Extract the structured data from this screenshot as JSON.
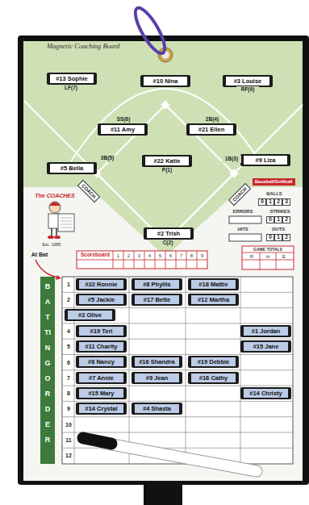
{
  "diagram": {
    "title": "Magnetic Coaching Board",
    "nodes": [
      {
        "text": [
          "#13 Sophie"
        ]
      },
      {
        "text": [
          "#10 Nina"
        ]
      },
      {
        "text": [
          "#3 Louise"
        ]
      },
      {
        "text": [
          "#11 Amy"
        ]
      },
      {
        "text": [
          "#21 Ellen"
        ]
      },
      {
        "text": [
          "#22 Katie"
        ]
      },
      {
        "text": [
          "#5 Bella"
        ]
      },
      {
        "text": [
          "#9 Liza"
        ]
      },
      {
        "text": [
          "#2 Trish"
        ]
      },
      {
        "text": [
          "#22 Ronnie"
        ]
      },
      {
        "text": [
          "#8 Phyllis"
        ]
      },
      {
        "text": [
          "#18 Mattie"
        ]
      },
      {
        "text": [
          "#5 Jackie"
        ]
      },
      {
        "text": [
          "#17 Bette"
        ]
      },
      {
        "text": [
          "#12 Martha"
        ]
      },
      {
        "text": [
          "#2 Olive"
        ]
      },
      {
        "text": [
          "#19 Teri"
        ]
      },
      {
        "text": [
          "#1 Jordan"
        ]
      },
      {
        "text": [
          "#11 Charity"
        ]
      },
      {
        "text": [
          "#15 Jane"
        ]
      },
      {
        "text": [
          "#8 Nancy"
        ]
      },
      {
        "text": [
          "#16 Shandra"
        ]
      },
      {
        "text": [
          "#19 Debbie"
        ]
      },
      {
        "text": [
          "#7 Annie"
        ]
      },
      {
        "text": [
          "#9 Jean"
        ]
      },
      {
        "text": [
          "#16 Cathy"
        ]
      },
      {
        "text": [
          "#15 Mary"
        ]
      },
      {
        "text": [
          "#14 Christy"
        ]
      },
      {
        "text": [
          "#14 Crystal"
        ]
      },
      {
        "text": [
          "#4 Shasta"
        ]
      }
    ],
    "labels": [
      "LF(7)",
      "RF(9)",
      "SS(6)",
      "2B(4)",
      "P(1)",
      "3B(5)",
      "1B(3)",
      "C(2)",
      "COACH",
      "COACH",
      "Baseball/Softball",
      "BALLS",
      "0",
      "1",
      "2",
      "3",
      "ERRORS",
      "STRIKES",
      "0",
      "1",
      "2",
      "HITS",
      "OUTS",
      "0",
      "1",
      "2",
      "The COACHES",
      "Est. 1985",
      "At Bat",
      "Scoreboard",
      "1",
      "2",
      "3",
      "4",
      "5",
      "6",
      "7",
      "8",
      "9",
      "GAME TOTALS",
      "R",
      "H",
      "E",
      "BATTING ORDER",
      "1",
      "2",
      "4",
      "5",
      "6",
      "7",
      "8",
      "9",
      "10",
      "11",
      "12"
    ]
  }
}
